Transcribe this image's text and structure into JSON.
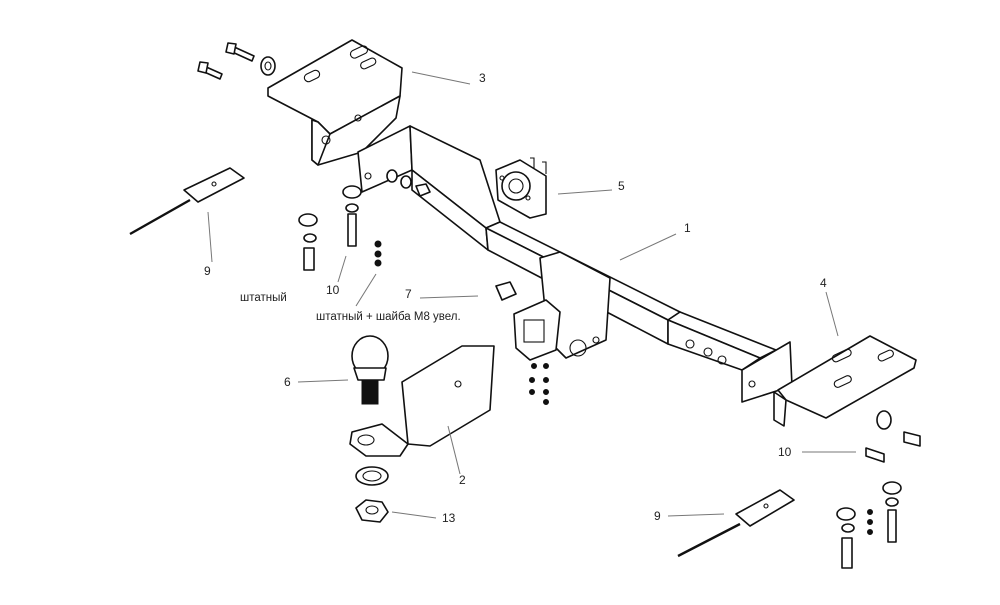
{
  "callouts": {
    "c1": "1",
    "c2": "2",
    "c3": "3",
    "c4": "4",
    "c5": "5",
    "c6": "6",
    "c7": "7",
    "c9_left": "9",
    "c9_right": "9",
    "c10_left": "10",
    "c10_right": "10",
    "c13": "13"
  },
  "notes": {
    "standard": "штатный",
    "standard_washer": "штатный + шайба М8 увел."
  }
}
